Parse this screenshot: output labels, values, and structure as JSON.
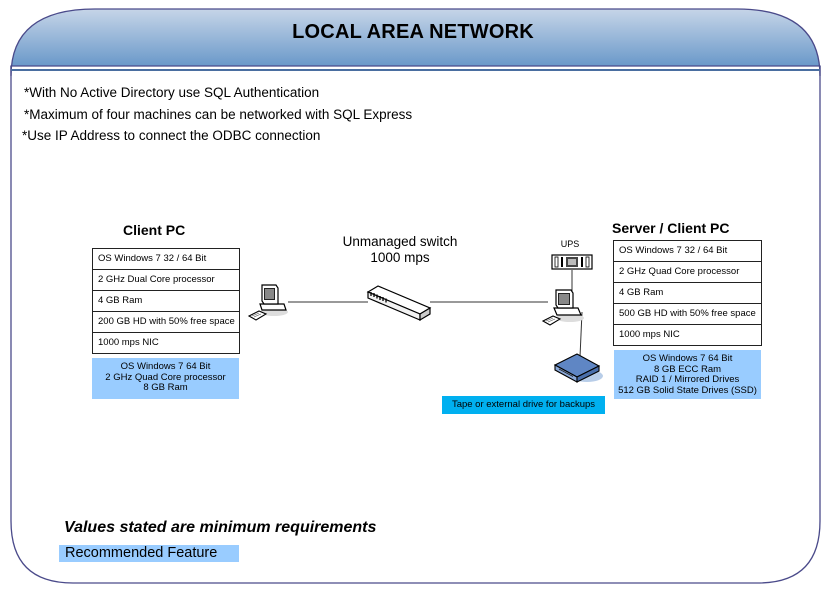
{
  "header": {
    "title": "LOCAL AREA NETWORK",
    "gradient_top": "#c3d2e6",
    "gradient_bottom": "#5b8fc3",
    "border_color": "#4a4a8a"
  },
  "notes": [
    "*With No Active Directory use SQL Authentication",
    "*Maximum of four machines can be networked with SQL Express",
    "*Use IP Address to connect the ODBC connection"
  ],
  "client_pc": {
    "heading": "Client PC",
    "specs": [
      "OS Windows 7 32 / 64 Bit",
      "2 GHz Dual Core processor",
      "4 GB Ram",
      "200 GB HD with 50% free space",
      "1000 mps NIC"
    ],
    "recommended": [
      "OS Windows 7 64 Bit",
      "2 GHz Quad Core processor",
      "8 GB Ram"
    ]
  },
  "server_pc": {
    "heading": "Server / Client PC",
    "specs": [
      "OS Windows 7 32 / 64 Bit",
      "2 GHz Quad Core processor",
      "4 GB Ram",
      "500 GB HD with 50% free space",
      "1000 mps NIC"
    ],
    "recommended": [
      "OS Windows 7 64 Bit",
      "8 GB ECC Ram",
      "RAID 1 / Mirrored Drives",
      "512 GB Solid State Drives (SSD)"
    ]
  },
  "switch": {
    "line1": "Unmanaged switch",
    "line2": "1000 mps"
  },
  "ups": {
    "label": "UPS"
  },
  "backup": {
    "label": "Tape or external drive for backups"
  },
  "footer": {
    "note": "Values stated are minimum requirements",
    "legend": "Recommended Feature"
  },
  "colors": {
    "recommended": "#99ccff",
    "backup_label": "#00b0f0"
  }
}
